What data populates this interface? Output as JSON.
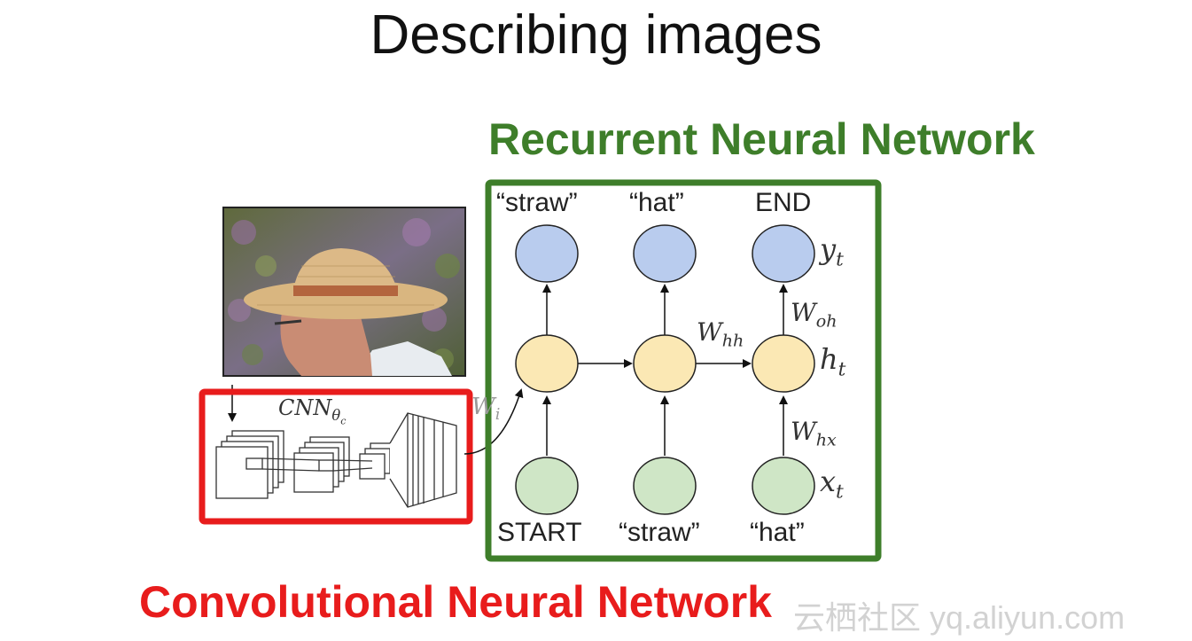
{
  "title": "Describing images",
  "rnn": {
    "heading": "Recurrent Neural Network",
    "output_labels": [
      "“straw”",
      "“hat”",
      "END"
    ],
    "input_labels": [
      "START",
      "“straw”",
      "“hat”"
    ],
    "y_symbol": "y",
    "y_sub": "t",
    "h_symbol": "h",
    "h_sub": "t",
    "x_symbol": "x",
    "x_sub": "t",
    "w_hh": "W",
    "w_hh_sub": "hh",
    "w_oh": "W",
    "w_oh_sub": "oh",
    "w_hx": "W",
    "w_hx_sub": "hx",
    "w_ih_partial": "W",
    "w_ih_partial_sub": "i",
    "colors": {
      "frame": "#3e7e2a",
      "output_node": "#b9ccee",
      "hidden_node": "#fbe8b4",
      "input_node": "#cfe6c6"
    }
  },
  "cnn": {
    "heading": "Convolutional Neural Network",
    "symbol": "CNN",
    "symbol_sub": "θ",
    "symbol_subsub": "c",
    "colors": {
      "frame": "#e81c1c"
    }
  },
  "watermark": "云栖社区 yq.aliyun.com"
}
